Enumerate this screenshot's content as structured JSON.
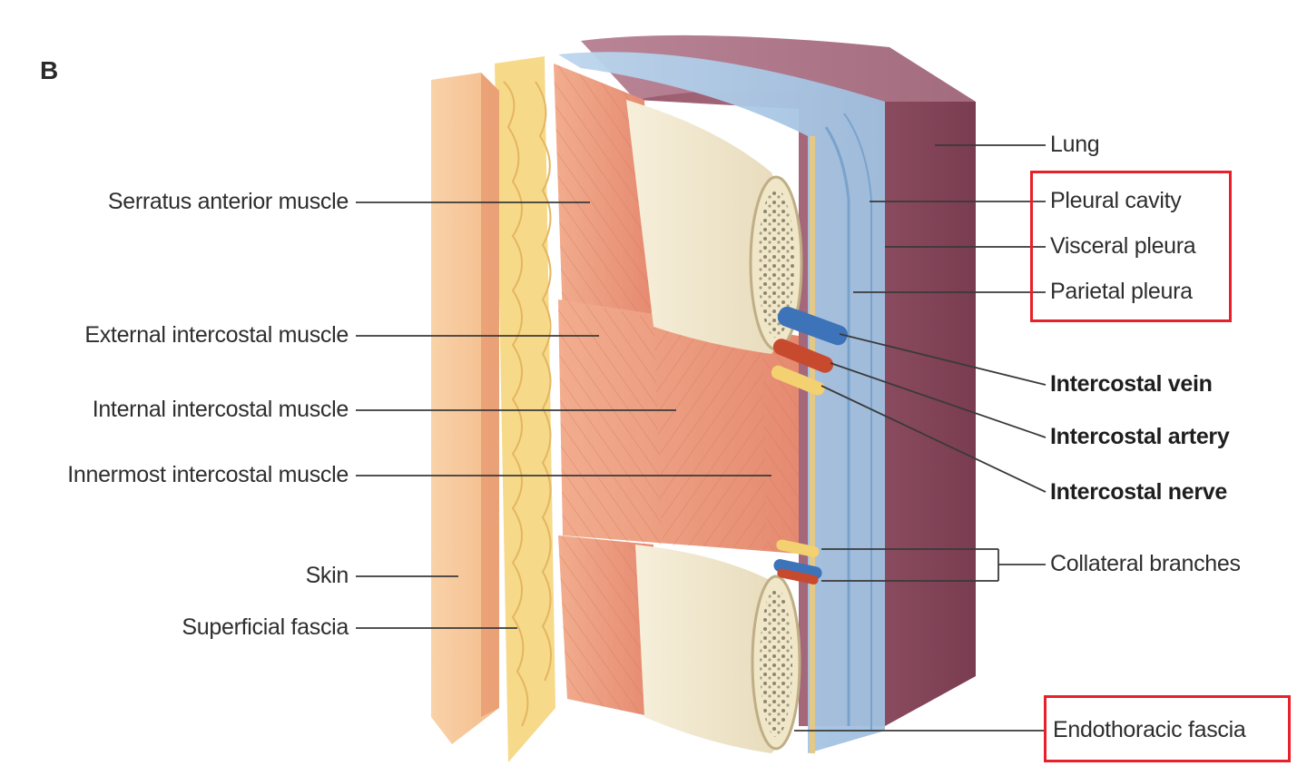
{
  "figure": {
    "panel_letter": "B",
    "left_labels": [
      "Serratus anterior muscle",
      "External intercostal muscle",
      "Internal intercostal muscle",
      "Innermost intercostal muscle",
      "Skin",
      "Superficial fascia"
    ],
    "right_labels": [
      "Lung",
      "Pleural cavity",
      "Visceral pleura",
      "Parietal pleura",
      "Intercostal vein",
      "Intercostal artery",
      "Intercostal nerve",
      "Collateral branches",
      "Endothoracic fascia"
    ],
    "highlight_color": "#e8202a",
    "colors": {
      "skin": "#f6c79a",
      "superficial_fascia": "#f7d98a",
      "muscle": "#ec9a7e",
      "rib": "#efe6cf",
      "pleura": "#a9c8e6",
      "lung": "#8b4a5e",
      "vein": "#3d73b8",
      "artery": "#c84a2e",
      "nerve": "#f3d070"
    }
  }
}
